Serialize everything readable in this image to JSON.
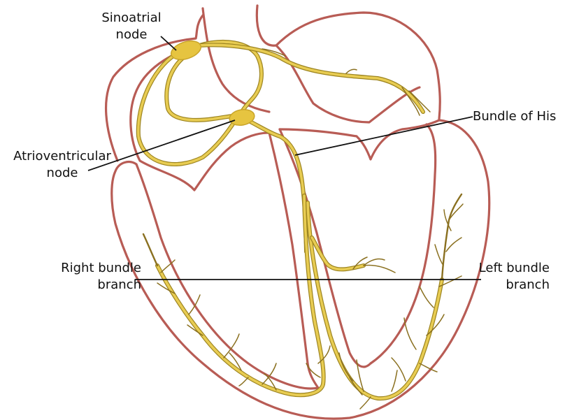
{
  "labels": {
    "sinoatrial_line1": "Sinoatrial",
    "sinoatrial_line2": "node",
    "av_line1": "Atrioventricular",
    "av_line2": "node",
    "his": "Bundle of His",
    "right_bb_line1": "Right bundle",
    "right_bb_line2": "branch",
    "left_bb_line1": "Left bundle",
    "left_bb_line2": "branch"
  },
  "colors": {
    "heart_wall": "#b85c55",
    "conduction_fill": "#e8cc52",
    "conduction_outline": "#9c8420",
    "purkinje_fibers": "#8a7020",
    "label_text": "#111111"
  }
}
